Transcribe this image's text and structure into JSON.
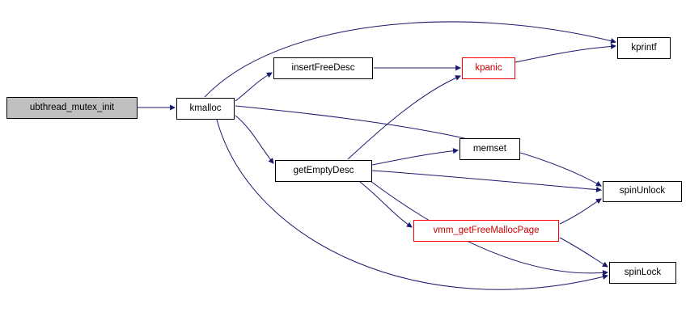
{
  "diagram": {
    "title": "call-graph",
    "background": "#ffffff",
    "edge_color": "#191970",
    "nodes": {
      "ubthread_mutex_init": {
        "label": "ubthread_mutex_init",
        "fill": "#c0c0c0",
        "border": "#000000",
        "text": "#000000"
      },
      "kmalloc": {
        "label": "kmalloc",
        "fill": "#ffffff",
        "border": "#000000",
        "text": "#000000"
      },
      "insertFreeDesc": {
        "label": "insertFreeDesc",
        "fill": "#ffffff",
        "border": "#000000",
        "text": "#000000"
      },
      "kpanic": {
        "label": "kpanic",
        "fill": "#ffffff",
        "border": "#ff0000",
        "text": "#cc0000"
      },
      "kprintf": {
        "label": "kprintf",
        "fill": "#ffffff",
        "border": "#000000",
        "text": "#000000"
      },
      "getEmptyDesc": {
        "label": "getEmptyDesc",
        "fill": "#ffffff",
        "border": "#000000",
        "text": "#000000"
      },
      "memset": {
        "label": "memset",
        "fill": "#ffffff",
        "border": "#000000",
        "text": "#000000"
      },
      "spinUnlock": {
        "label": "spinUnlock",
        "fill": "#ffffff",
        "border": "#000000",
        "text": "#000000"
      },
      "vmm_getFreeMallocPage": {
        "label": "vmm_getFreeMallocPage",
        "fill": "#ffffff",
        "border": "#ff0000",
        "text": "#cc0000"
      },
      "spinLock": {
        "label": "spinLock",
        "fill": "#ffffff",
        "border": "#000000",
        "text": "#000000"
      }
    },
    "edges": [
      {
        "from": "ubthread_mutex_init",
        "to": "kmalloc"
      },
      {
        "from": "kmalloc",
        "to": "kprintf"
      },
      {
        "from": "kmalloc",
        "to": "insertFreeDesc"
      },
      {
        "from": "kmalloc",
        "to": "getEmptyDesc"
      },
      {
        "from": "kmalloc",
        "to": "spinUnlock"
      },
      {
        "from": "kmalloc",
        "to": "spinLock"
      },
      {
        "from": "insertFreeDesc",
        "to": "kpanic"
      },
      {
        "from": "kpanic",
        "to": "kprintf"
      },
      {
        "from": "getEmptyDesc",
        "to": "kpanic"
      },
      {
        "from": "getEmptyDesc",
        "to": "memset"
      },
      {
        "from": "getEmptyDesc",
        "to": "spinUnlock"
      },
      {
        "from": "getEmptyDesc",
        "to": "vmm_getFreeMallocPage"
      },
      {
        "from": "getEmptyDesc",
        "to": "spinLock"
      },
      {
        "from": "vmm_getFreeMallocPage",
        "to": "spinUnlock"
      },
      {
        "from": "vmm_getFreeMallocPage",
        "to": "spinLock"
      }
    ]
  }
}
